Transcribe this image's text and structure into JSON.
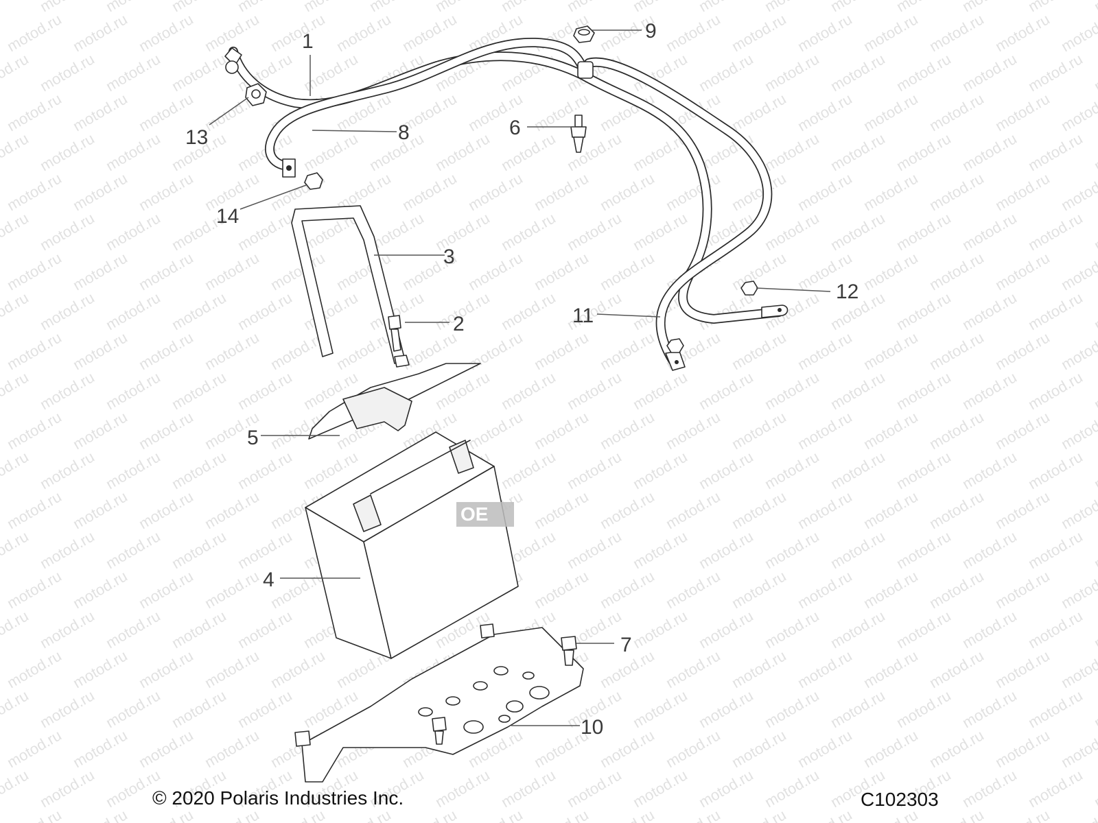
{
  "watermark": {
    "text": "motod.ru"
  },
  "callouts": [
    "1",
    "2",
    "3",
    "4",
    "5",
    "6",
    "7",
    "8",
    "9",
    "10",
    "11",
    "12",
    "13",
    "14"
  ],
  "overlay_stamp": "OE",
  "footer": {
    "copyright": "© 2020 Polaris Industries Inc.",
    "drawing_code": "C102303"
  }
}
